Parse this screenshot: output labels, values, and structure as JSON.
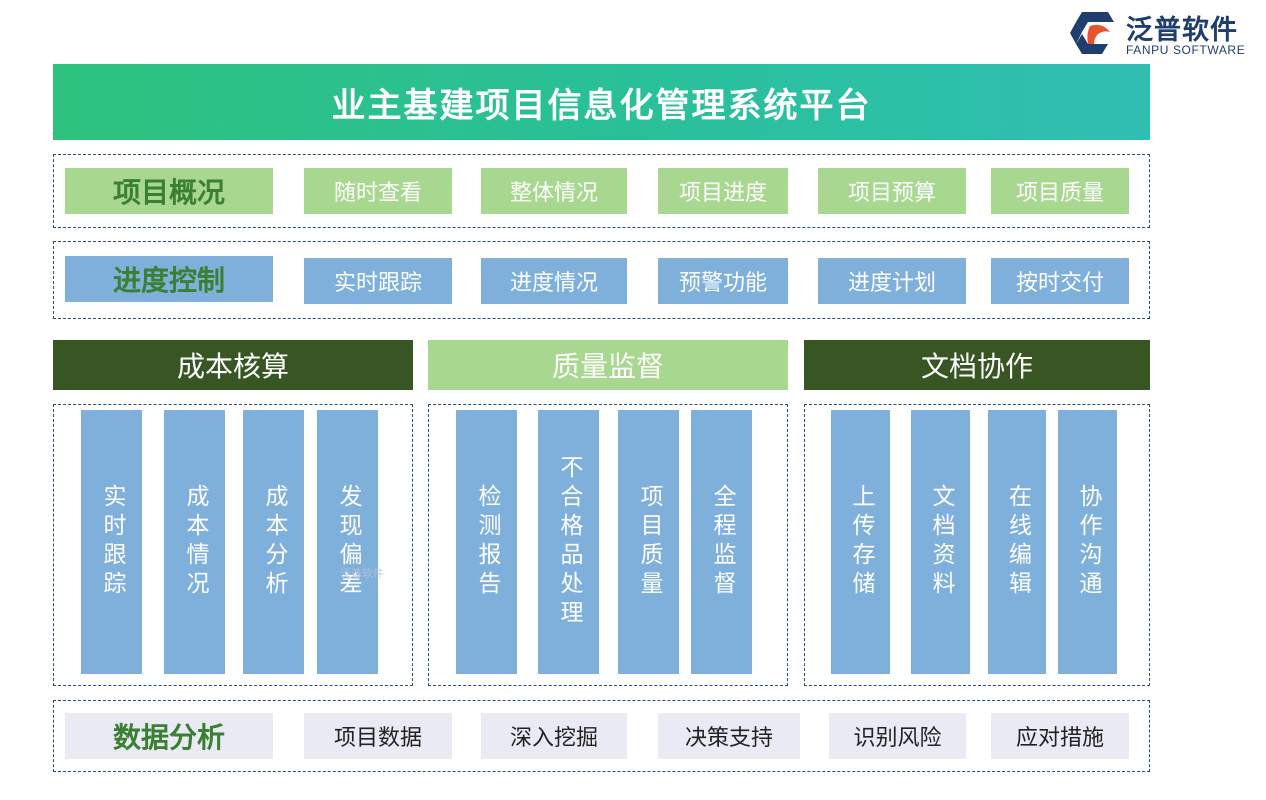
{
  "logo": {
    "name_cn": "泛普软件",
    "name_en": "FANPU SOFTWARE",
    "mark_colors": [
      "#1f3e6e",
      "#e8532b"
    ]
  },
  "title": "业主基建项目信息化管理系统平台",
  "overview": {
    "head": "项目概况",
    "items": [
      "随时查看",
      "整体情况",
      "项目进度",
      "项目预算",
      "项目质量"
    ]
  },
  "progress": {
    "head": "进度控制",
    "items": [
      "实时跟踪",
      "进度情况",
      "预警功能",
      "进度计划",
      "按时交付"
    ]
  },
  "columns": [
    {
      "head": "成本核算",
      "pillars": [
        "实时跟踪",
        "成本情况",
        "成本分析",
        "发现偏差"
      ]
    },
    {
      "head": "质量监督",
      "pillars": [
        "检测报告",
        "不合格品处理",
        "项目质量",
        "全程监督"
      ]
    },
    {
      "head": "文档协作",
      "pillars": [
        "上传存储",
        "文档资料",
        "在线编辑",
        "协作沟通"
      ]
    }
  ],
  "analysis": {
    "head": "数据分析",
    "items": [
      "项目数据",
      "深入挖掘",
      "决策支持",
      "识别风险",
      "应对措施"
    ]
  },
  "watermark": "泛普软件",
  "colors": {
    "title_green": "#2ec27e",
    "light_green": "#a8d890",
    "dark_green": "#375623",
    "blue": "#7fb0dc",
    "grey": "#e9eaf3",
    "dash": "#2b4d7a"
  }
}
